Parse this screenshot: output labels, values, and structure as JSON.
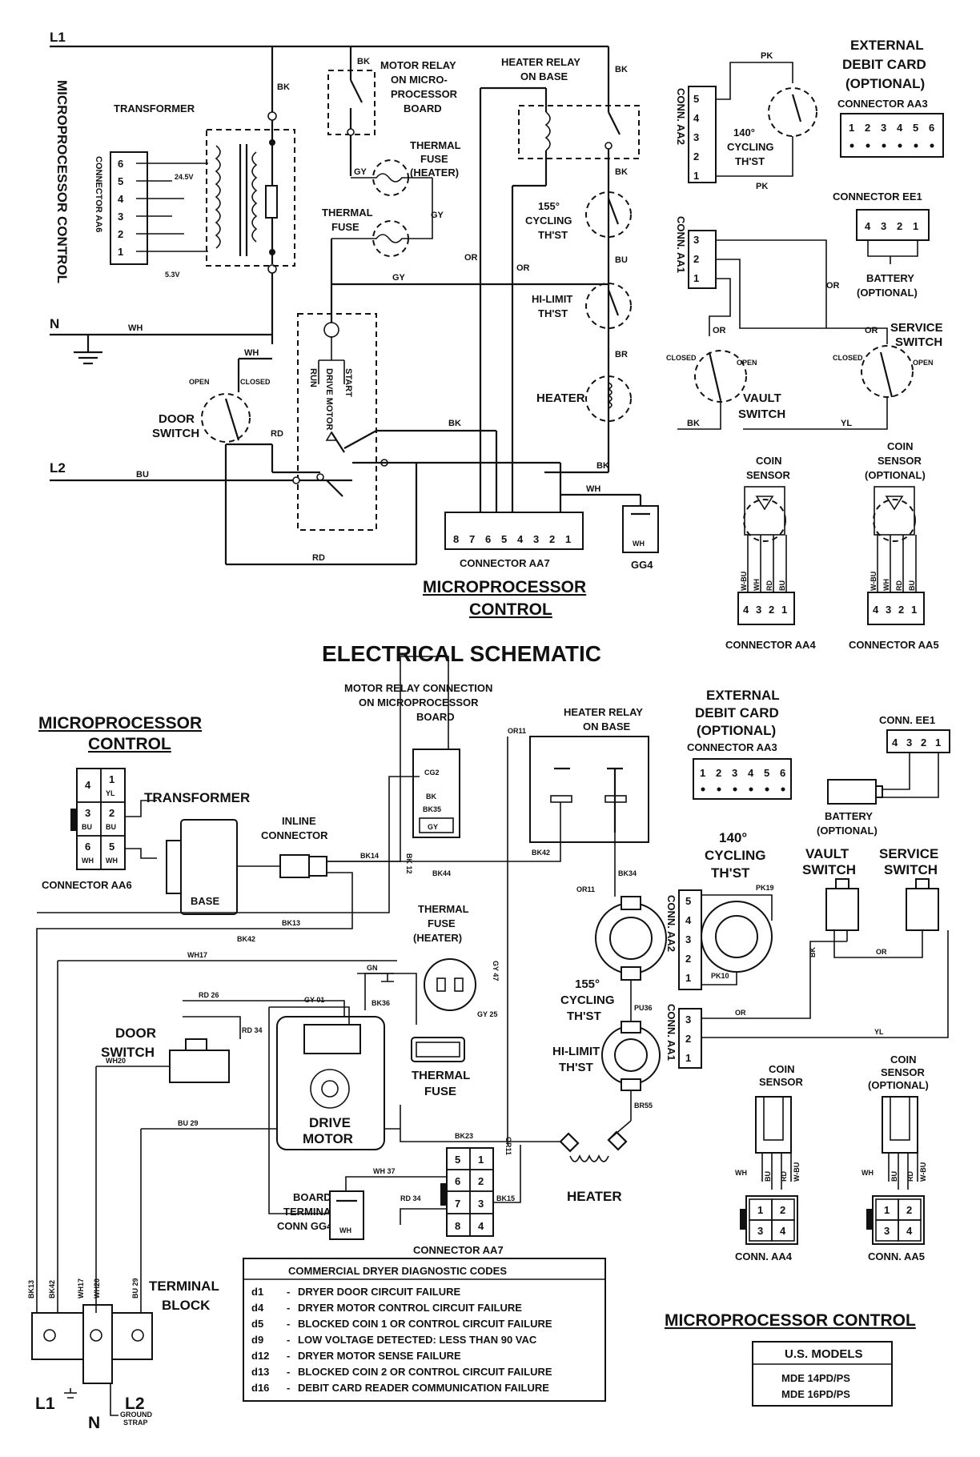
{
  "main_title": "ELECTRICAL SCHEMATIC",
  "top": {
    "l1": "L1",
    "n": "N",
    "l2": "L2",
    "microprocessor_control_vertical": "MICROPROCESSOR CONTROL",
    "transformer": "TRANSFORMER",
    "connector_aa6_vertical": "CONNECTOR AA6",
    "aa6_pins": [
      "6",
      "5",
      "4",
      "3",
      "2",
      "1"
    ],
    "volt_24": "24.5V",
    "volt_5": "5.3V",
    "motor_relay": [
      "MOTOR RELAY",
      "ON MICRO-",
      "PROCESSOR",
      "BOARD"
    ],
    "heater_relay": [
      "HEATER RELAY",
      "ON BASE"
    ],
    "thermal_fuse_heater": [
      "THERMAL",
      "FUSE",
      "(HEATER)"
    ],
    "thermal_fuse": [
      "THERMAL",
      "FUSE"
    ],
    "cycling_155": [
      "155°",
      "CYCLING",
      "TH'ST"
    ],
    "hi_limit": [
      "HI-LIMIT",
      "TH'ST"
    ],
    "heater": "HEATER",
    "door_switch": [
      "DOOR",
      "SWITCH"
    ],
    "open": "OPEN",
    "closed": "CLOSED",
    "run": "RUN",
    "drive_motor_vertical": "DRIVE MOTOR",
    "start": "START",
    "connector_aa7": "CONNECTOR AA7",
    "aa7_pins": [
      "8",
      "7",
      "6",
      "5",
      "4",
      "3",
      "2",
      "1"
    ],
    "gg4": "GG4",
    "wh": "WH",
    "microprocessor_control": [
      "MICROPROCESSOR",
      "CONTROL"
    ],
    "conn_aa2": "CONN. AA2",
    "aa2_pins": [
      "5",
      "4",
      "3",
      "2",
      "1"
    ],
    "cycling_140": [
      "140°",
      "CYCLING",
      "TH'ST"
    ],
    "external_debit_card": [
      "EXTERNAL",
      "DEBIT CARD",
      "(OPTIONAL)",
      "CONNECTOR AA3"
    ],
    "aa3_pins": [
      "1",
      "2",
      "3",
      "4",
      "5",
      "6"
    ],
    "connector_ee1": "CONNECTOR EE1",
    "ee1_pins": [
      "4",
      "3",
      "2",
      "1"
    ],
    "battery_optional": [
      "BATTERY",
      "(OPTIONAL)"
    ],
    "conn_aa1": "CONN. AA1",
    "aa1_pins": [
      "3",
      "2",
      "1"
    ],
    "service_switch": [
      "SERVICE",
      "SWITCH"
    ],
    "vault_switch": [
      "VAULT",
      "SWITCH"
    ],
    "coin_sensor": [
      "COIN",
      "SENSOR"
    ],
    "coin_sensor_optional": [
      "COIN",
      "SENSOR",
      "(OPTIONAL)"
    ],
    "connector_aa4": "CONNECTOR AA4",
    "connector_aa5": "CONNECTOR AA5",
    "aa45_pins": [
      "4",
      "3",
      "2",
      "1"
    ],
    "coin_wires": [
      "W-BU",
      "WH",
      "RD",
      "BU"
    ],
    "wire_colors": {
      "bk": "BK",
      "gy": "GY",
      "or": "OR",
      "bu": "BU",
      "br": "BR",
      "wh": "WH",
      "rd": "RD",
      "pk": "PK",
      "yl": "YL"
    }
  },
  "bottom": {
    "microprocessor_control": [
      "MICROPROCESSOR",
      "CONTROL"
    ],
    "connector_aa6": "CONNECTOR AA6",
    "aa6_cells": [
      [
        "4",
        ""
      ],
      [
        "1",
        "YL"
      ],
      [
        "3",
        "BU"
      ],
      [
        "2",
        "BU"
      ],
      [
        "6",
        "WH"
      ],
      [
        "5",
        "WH"
      ]
    ],
    "transformer": "TRANSFORMER",
    "base": "BASE",
    "inline_connector": [
      "INLINE",
      "CONNECTOR"
    ],
    "motor_relay_connection": [
      "MOTOR RELAY CONNECTION",
      "ON MICROPROCESSOR",
      "BOARD"
    ],
    "heater_relay": [
      "HEATER RELAY",
      "ON BASE"
    ],
    "external_debit_card": [
      "EXTERNAL",
      "DEBIT CARD",
      "(OPTIONAL)",
      "CONNECTOR AA3"
    ],
    "aa3_pins": [
      "1",
      "2",
      "3",
      "4",
      "5",
      "6"
    ],
    "conn_ee1": "CONN. EE1",
    "ee1_pins": [
      "4",
      "3",
      "2",
      "1"
    ],
    "battery_optional": [
      "BATTERY",
      "(OPTIONAL)"
    ],
    "cycling_140": [
      "140°",
      "CYCLING",
      "TH'ST"
    ],
    "vault_switch": [
      "VAULT",
      "SWITCH"
    ],
    "service_switch": [
      "SERVICE",
      "SWITCH"
    ],
    "conn_aa2": "CONN. AA2",
    "aa2_pins": [
      "5",
      "4",
      "3",
      "2",
      "1"
    ],
    "conn_aa1": "CONN. AA1",
    "aa1_pins": [
      "3",
      "2",
      "1"
    ],
    "thermal_fuse_heater": [
      "THERMAL",
      "FUSE",
      "(HEATER)"
    ],
    "cycling_155": [
      "155°",
      "CYCLING",
      "TH'ST"
    ],
    "hi_limit": [
      "HI-LIMIT",
      "TH'ST"
    ],
    "door_switch": [
      "DOOR",
      "SWITCH"
    ],
    "drive_motor": [
      "DRIVE",
      "MOTOR"
    ],
    "thermal_fuse": [
      "THERMAL",
      "FUSE"
    ],
    "heater": "HEATER",
    "board_terminal": [
      "BOARD",
      "TERMINAL",
      "CONN GG4"
    ],
    "connector_aa7": "CONNECTOR AA7",
    "aa7_cells": [
      "5",
      "1",
      "6",
      "2",
      "7",
      "3",
      "8",
      "4"
    ],
    "coin_sensor": [
      "COIN",
      "SENSOR"
    ],
    "coin_sensor_optional": [
      "COIN",
      "SENSOR",
      "(OPTIONAL)"
    ],
    "conn_aa4": "CONN. AA4",
    "conn_aa5": "CONN. AA5",
    "coin_cells": [
      "1",
      "2",
      "3",
      "4"
    ],
    "terminal_block": [
      "TERMINAL",
      "BLOCK"
    ],
    "l1": "L1",
    "n": "N",
    "l2": "L2",
    "ground_strap": [
      "GROUND",
      "STRAP"
    ],
    "microprocessor_control_right": "MICROPROCESSOR CONTROL",
    "wire_labels": {
      "bk14": "BK14",
      "bk13": "BK13",
      "bk42": "BK42",
      "wh17": "WH17",
      "rd26": "RD 26",
      "gy01": "GY 01",
      "bk36": "BK36",
      "rd34": "RD 34",
      "wh20": "WH20",
      "bu29": "BU 29",
      "bk23": "BK23",
      "wh37": "WH 37",
      "bk15": "BK15",
      "or11": "OR11",
      "bk34": "BK34",
      "bk44": "BK44",
      "bk12": "BK 12",
      "gy47": "GY 47",
      "gy25": "GY 25",
      "pu36": "PU36",
      "br55": "BR55",
      "pk10": "PK10",
      "pk19": "PK19",
      "gn": "GN",
      "or": "OR",
      "yl": "YL",
      "bk": "BK",
      "wh": "WH",
      "w_bu": "W-BU",
      "rd": "RD",
      "bu": "BU",
      "cg2": "CG2",
      "bk35": "BK35",
      "gy": "GY"
    }
  },
  "diagnostic_codes": {
    "title": "COMMERCIAL DRYER DIAGNOSTIC CODES",
    "rows": [
      {
        "code": "d1",
        "desc": "DRYER DOOR CIRCUIT FAILURE"
      },
      {
        "code": "d4",
        "desc": "DRYER MOTOR CONTROL CIRCUIT FAILURE"
      },
      {
        "code": "d5",
        "desc": "BLOCKED COIN 1 OR CONTROL CIRCUIT FAILURE"
      },
      {
        "code": "d9",
        "desc": "LOW VOLTAGE DETECTED: LESS THAN 90 VAC"
      },
      {
        "code": "d12",
        "desc": "DRYER MOTOR SENSE FAILURE"
      },
      {
        "code": "d13",
        "desc": "BLOCKED COIN 2 OR CONTROL CIRCUIT FAILURE"
      },
      {
        "code": "d16",
        "desc": "DEBIT CARD READER COMMUNICATION FAILURE"
      }
    ]
  },
  "models": {
    "title": "U.S. MODELS",
    "items": [
      "MDE 14PD/PS",
      "MDE 16PD/PS"
    ]
  }
}
